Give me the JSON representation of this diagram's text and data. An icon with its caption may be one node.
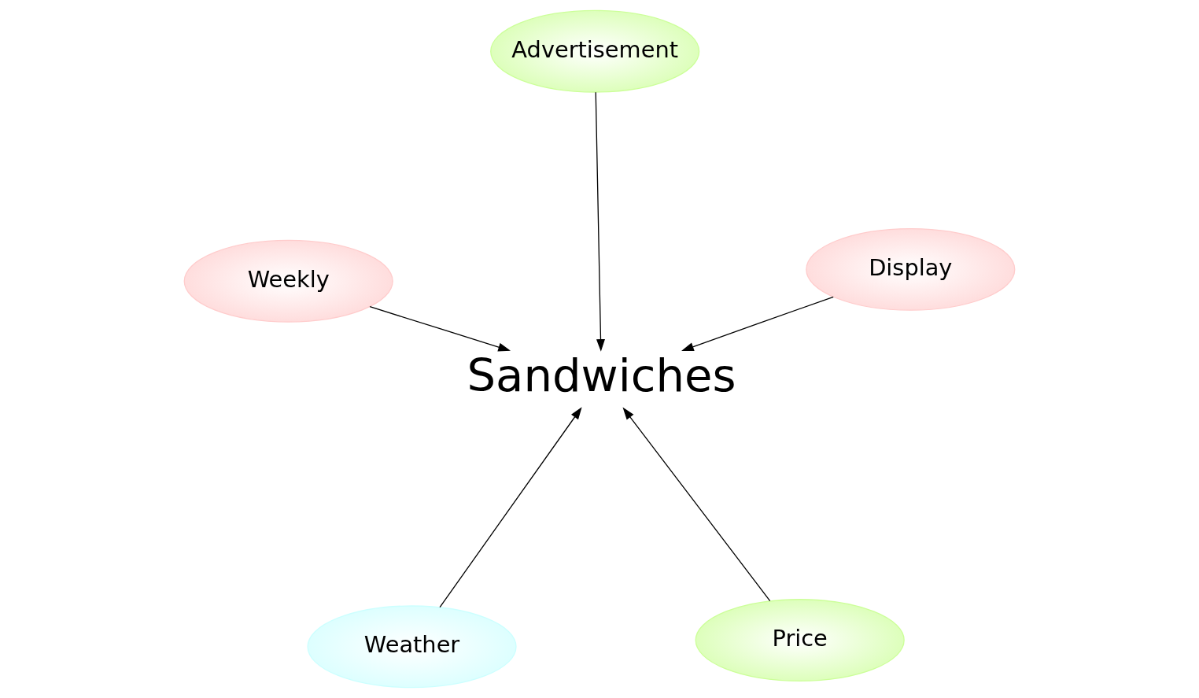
{
  "diagram": {
    "nodes": [
      {
        "text": [
          "Weather"
        ]
      },
      {
        "text": [
          "Price"
        ]
      },
      {
        "text": [
          "Sandwiches"
        ]
      },
      {
        "text": [
          "Advertisement"
        ]
      },
      {
        "text": [
          "Display"
        ]
      },
      {
        "text": [
          "Weekly"
        ]
      }
    ],
    "edges": [
      {
        "from": 0,
        "to": 2,
        "arrow": "to"
      },
      {
        "from": 1,
        "to": 2,
        "arrow": "to"
      },
      {
        "from": 3,
        "to": 2,
        "arrow": "to"
      },
      {
        "from": 4,
        "to": 2,
        "arrow": "to"
      },
      {
        "from": 5,
        "to": 2,
        "arrow": "to"
      }
    ]
  }
}
